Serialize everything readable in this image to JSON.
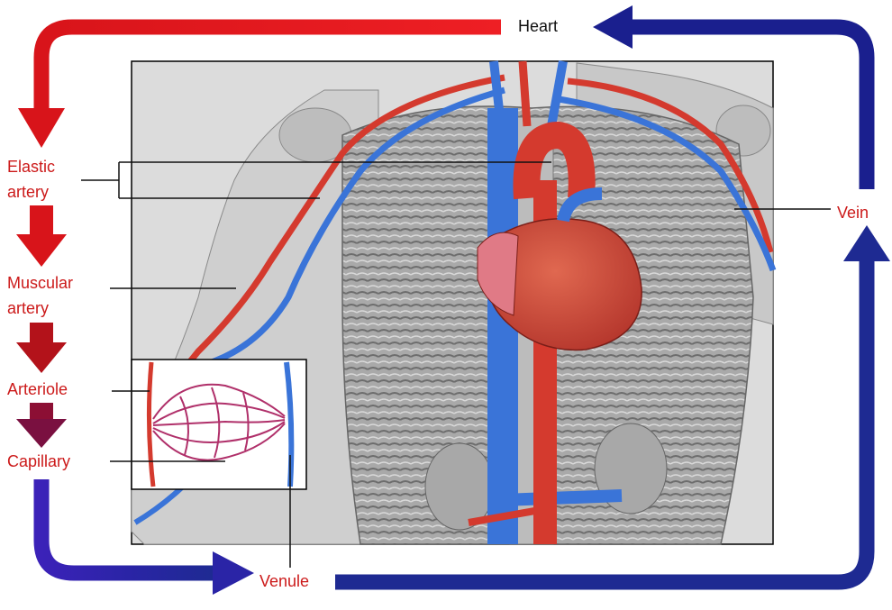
{
  "labels": {
    "heart": "Heart",
    "elastic_artery": "Elastic\nartery",
    "muscular_artery": "Muscular\nartery",
    "arteriole": "Arteriole",
    "capillary": "Capillary",
    "vein": "Vein",
    "venule": "Venule"
  },
  "colors": {
    "artery": "#d8141a",
    "vein": "#1a1f8e",
    "anatomy_artery": "#d43a2e",
    "anatomy_vein": "#3a74d8",
    "label_red": "#cc1a1a"
  }
}
